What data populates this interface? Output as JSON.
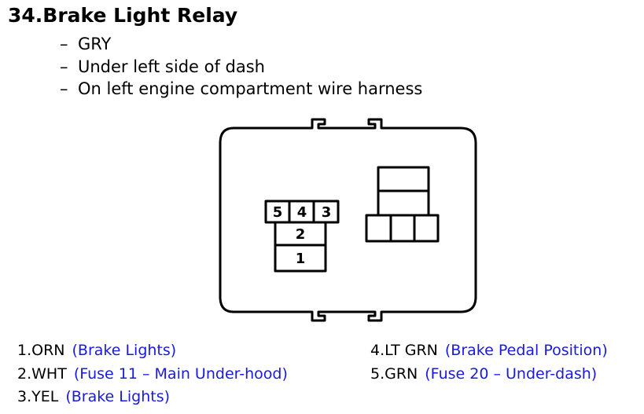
{
  "header": {
    "title": "34.Brake Light Relay"
  },
  "details": [
    {
      "dash": "–",
      "text": "GRY"
    },
    {
      "dash": "–",
      "text": "Under left side of dash"
    },
    {
      "dash": "–",
      "text": "On left engine compartment wire harness"
    }
  ],
  "connector": {
    "pin_labels": {
      "p1": "1",
      "p2": "2",
      "p3": "3",
      "p4": "4",
      "p5": "5"
    }
  },
  "pins_left": [
    {
      "pin": "1.ORN",
      "desc": "(Brake Lights)"
    },
    {
      "pin": "2.WHT",
      "desc": "(Fuse 11 – Main Under-hood)"
    },
    {
      "pin": "3.YEL",
      "desc": "(Brake Lights)"
    }
  ],
  "pins_right": [
    {
      "pin": "4.LT GRN",
      "desc": "(Brake Pedal Position)"
    },
    {
      "pin": "5.GRN",
      "desc": "(Fuse 20 – Under-dash)"
    }
  ],
  "colors": {
    "description_text": "#1a1adf",
    "line": "#000000"
  }
}
